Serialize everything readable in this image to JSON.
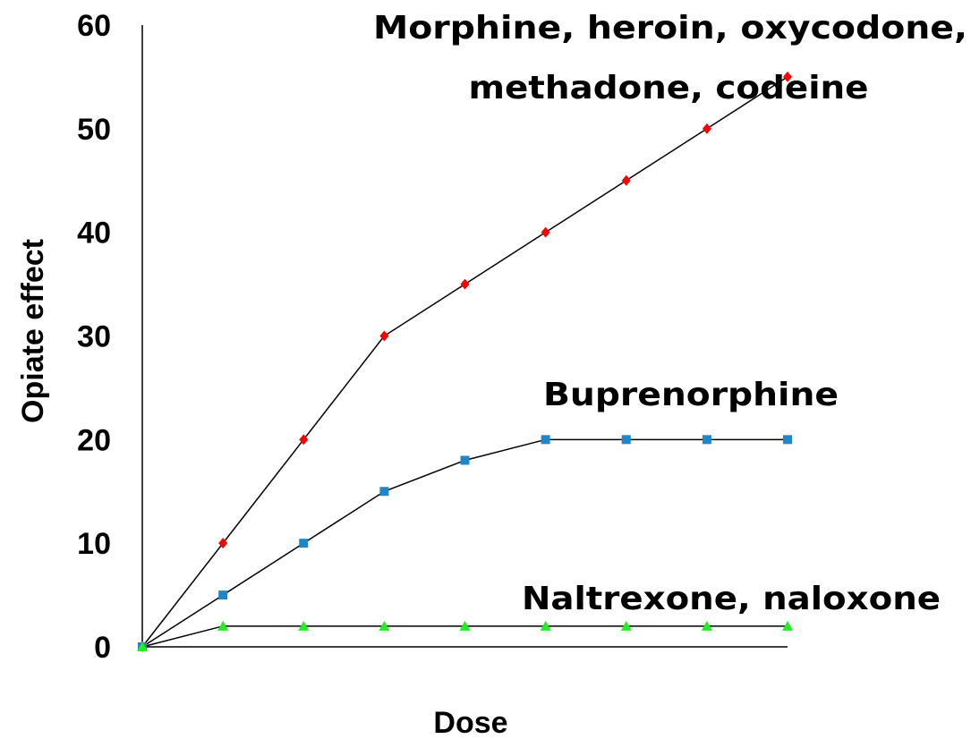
{
  "chart_data": {
    "type": "line",
    "title": "",
    "xlabel": "Dose",
    "ylabel": "Opiate effect",
    "x": [
      0,
      1,
      2,
      3,
      4,
      5,
      6,
      7,
      8
    ],
    "xlim": [
      0,
      8
    ],
    "ylim": [
      0,
      60
    ],
    "yticks": [
      "0",
      "10",
      "20",
      "30",
      "40",
      "50",
      "60"
    ],
    "grid": false,
    "legend": "none",
    "series": [
      {
        "values": [
          0,
          10,
          20,
          30,
          35,
          40,
          45,
          50,
          55
        ],
        "color": "#ff0000",
        "marker": "diamond"
      },
      {
        "values": [
          0,
          5,
          10,
          15,
          18,
          20,
          20,
          20,
          20
        ],
        "color": "#1f86c8",
        "marker": "square"
      },
      {
        "values": [
          0,
          2,
          2,
          2,
          2,
          2,
          2,
          2,
          2
        ],
        "color": "#22ee22",
        "marker": "triangle"
      }
    ],
    "annotations": [
      {
        "lines": [
          "Morphine, heroin, oxycodone,",
          "methadone, codeine"
        ]
      },
      {
        "lines": [
          "Buprenorphine"
        ]
      },
      {
        "lines": [
          "Naltrexone, naloxone"
        ]
      }
    ],
    "line_color": "#000000"
  }
}
